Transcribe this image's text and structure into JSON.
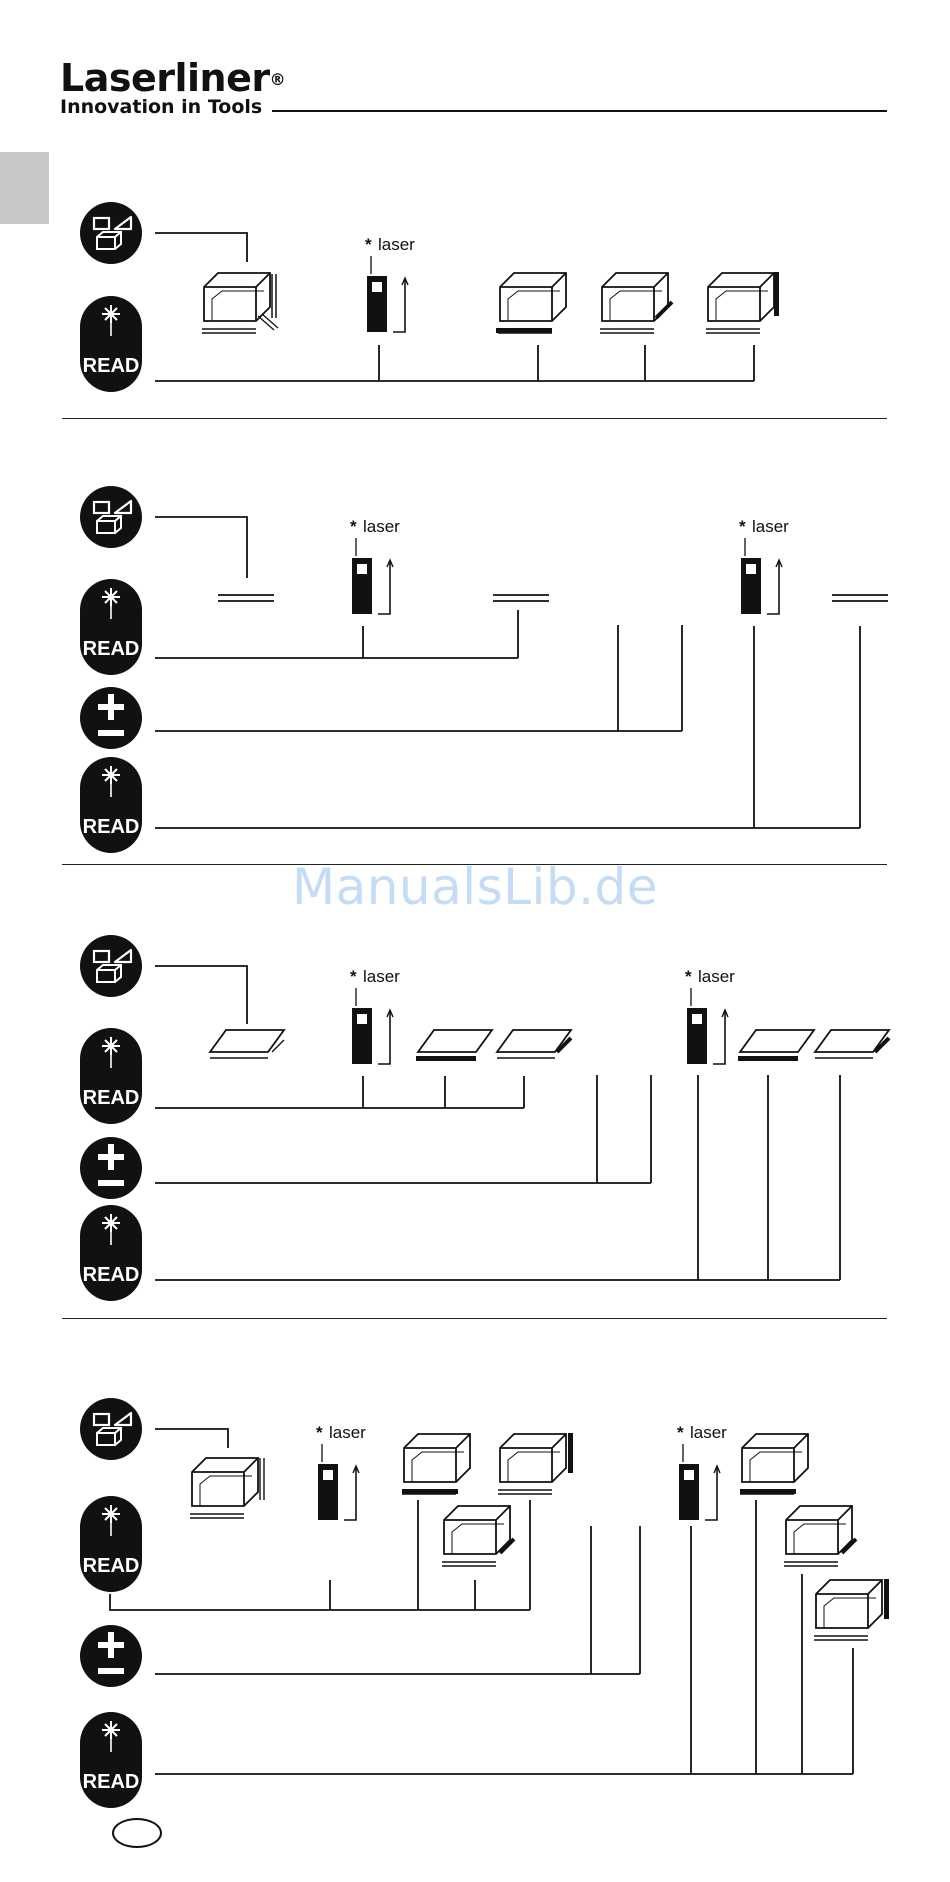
{
  "brand": {
    "name": "Laserliner",
    "registered": "®",
    "tagline": "Innovation in Tools"
  },
  "watermark": "ManualsLib.de",
  "labels": {
    "read": "READ",
    "laser": "laser",
    "asterisk": "*"
  },
  "colors": {
    "ink": "#111111",
    "side_tab": "#c8c8c8",
    "watermark": "#c5dcf6"
  },
  "icons": {
    "mode": "mode-select-icon",
    "read": "read-laser-icon",
    "plus_minus": "plus-minus-icon",
    "device": "laser-meter-icon",
    "volume": "volume-box-icon",
    "area": "area-plane-icon",
    "length": "length-line-icon",
    "language": "language-oval-icon"
  }
}
